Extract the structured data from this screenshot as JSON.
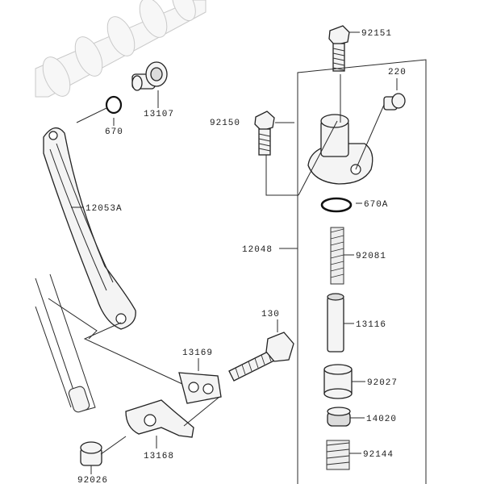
{
  "labels": {
    "p92151": "92151",
    "p220": "220",
    "p92150": "92150",
    "p13107": "13107",
    "p670": "670",
    "p670A": "670A",
    "p12053A": "12053A",
    "p12048": "12048",
    "p92081": "92081",
    "p130": "130",
    "p13116": "13116",
    "p13169": "13169",
    "p92027": "92027",
    "p14020": "14020",
    "p13168": "13168",
    "p92144": "92144",
    "p92026": "92026"
  }
}
